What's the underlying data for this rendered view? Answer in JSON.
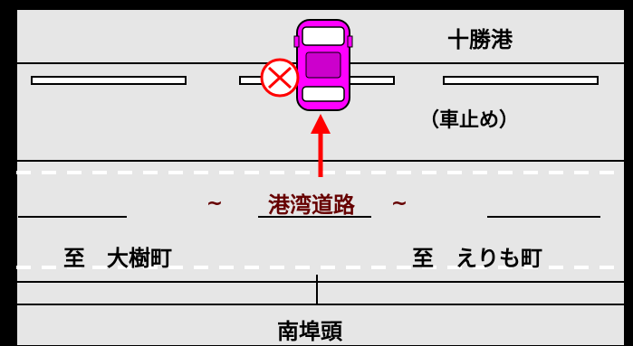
{
  "labels": {
    "pier_name": "十勝港",
    "wheel_stop": "（車止め）",
    "tilde_left": "~",
    "harbor_road": "港湾道路",
    "tilde_right": "~",
    "to_left": "至　大樹町",
    "to_right": "至　えりも町",
    "south_pier": "南埠頭"
  },
  "colors": {
    "background_frame": "#000000",
    "road_surface": "#e6e6e6",
    "car_body": "#ff00ff",
    "arrow": "#ff0000",
    "harbor_road_text": "#660000",
    "no_entry_mark": "#ff0000"
  },
  "icons": [
    "car-icon",
    "no-entry-icon",
    "arrow-icon"
  ]
}
